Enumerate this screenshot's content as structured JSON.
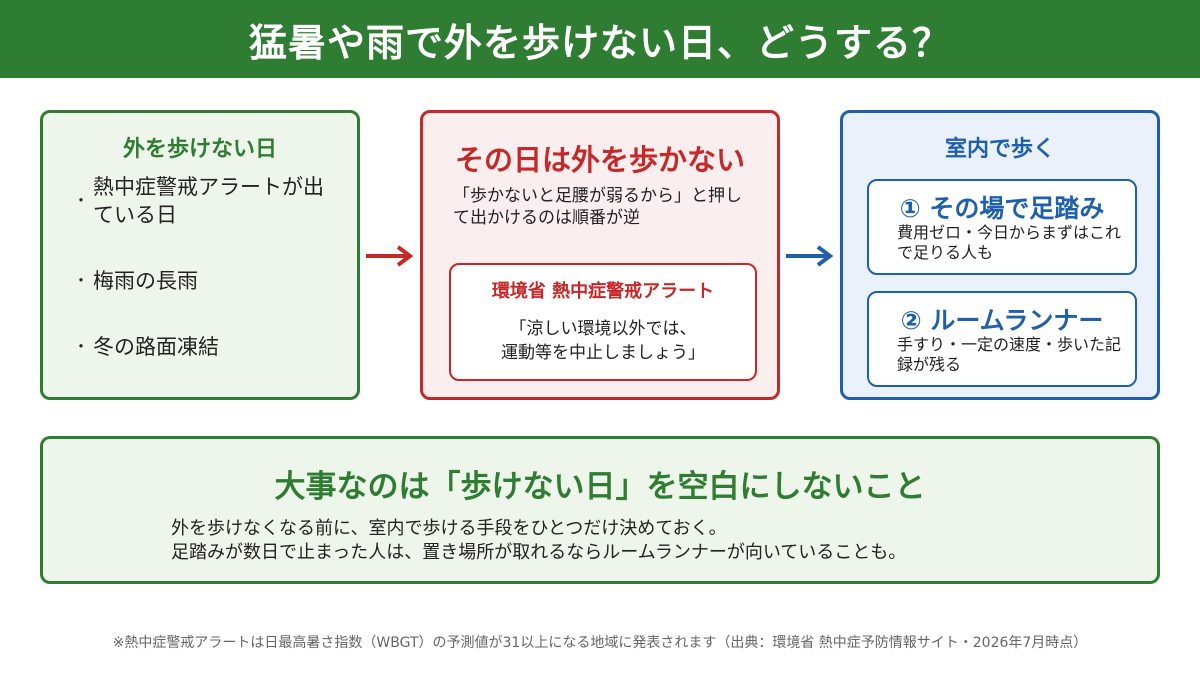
{
  "header": {
    "title": "猛暑や雨で外を歩けない日、どうする？"
  },
  "colors": {
    "green": "#2f7d32",
    "red": "#c62828",
    "blue": "#1e5fae"
  },
  "box1": {
    "title": "外を歩けない日",
    "items": [
      "熱中症警戒アラートが出ている日",
      "梅雨の長雨",
      "冬の路面凍結"
    ]
  },
  "box2": {
    "title": "その日は外を歩かない",
    "quote": "「歩かないと足腰が弱るから」と押して出かけるのは順番が逆",
    "alert": {
      "title": "環境省 熱中症警戒アラート",
      "text_line1": "「涼しい環境以外では、",
      "text_line2": "運動等を中止しましょう」"
    }
  },
  "box3": {
    "title": "室内で歩く",
    "options": [
      {
        "title": "① その場で足踏み",
        "desc": "費用ゼロ・今日からまずはこれで足りる人も"
      },
      {
        "title": "② ルームランナー",
        "desc": "手すり・一定の速度・歩いた記録が残る"
      }
    ]
  },
  "bottom": {
    "title": "大事なのは「歩けない日」を空白にしないこと",
    "line1": "外を歩けなくなる前に、室内で歩ける手段をひとつだけ決めておく。",
    "line2": "足踏みが数日で止まった人は、置き場所が取れるならルームランナーが向いていることも。"
  },
  "footnote": "※熱中症警戒アラートは日最高暑さ指数（WBGT）の予測値が31以上になる地域に発表されます（出典：環境省 熱中症予防情報サイト・2026年7月時点）"
}
